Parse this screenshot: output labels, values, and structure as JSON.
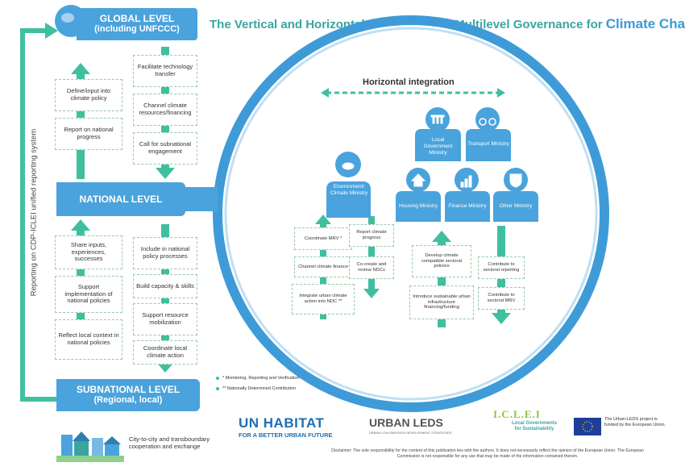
{
  "title": {
    "main": "The Vertical and Horizontal Dimensions of Multilevel Governance for",
    "highlight": "Climate Change"
  },
  "levels": {
    "global": {
      "line1": "GLOBAL LEVEL",
      "line2": "(including UNFCCC)"
    },
    "national": "NATIONAL LEVEL",
    "subnational": {
      "line1": "SUBNATIONAL LEVEL",
      "line2": "(Regional, local)"
    }
  },
  "side_label": "Reporting on CDP-ICLEI unified reporting system",
  "upper_left_boxes": [
    "Define/input into climate policy",
    "Report on national progress"
  ],
  "upper_right_boxes": [
    "Facilitate technology transfer",
    "Channel climate resources/financing",
    "Call for subnational engagement"
  ],
  "lower_left_boxes": [
    "Share inputs, experiences, successes",
    "Support implementation of national policies",
    "Reflect local context in national policies"
  ],
  "lower_right_boxes": [
    "Include in national policy processes",
    "Build capacity & skills",
    "Support resource mobilization",
    "Coordinate local climate action"
  ],
  "horizontal_label": "Horizontal integration",
  "ministries": {
    "environment": "Environment/ Climate Ministry",
    "local_gov": "Local Government Ministry",
    "transport": "Transport Ministry",
    "housing": "Housing Ministry",
    "finance": "Finance Ministry",
    "other": "Other Ministry"
  },
  "env_left_boxes": [
    "Coordinate MRV *",
    "Channel climate finance",
    "Integrate urban climate action into NDC **"
  ],
  "env_right_boxes": [
    "Report climate progress",
    "Co-create and review NDCs"
  ],
  "finance_box_top": "Develop climate compatible sectoral policies",
  "finance_box_bottom": "Introduce sustainable urban infrastructure financing/funding",
  "other_boxes": [
    "Contribute to sectoral reporting",
    "Contribute to sectoral MRV"
  ],
  "legend": [
    "* Monitoring, Reporting and Verification",
    "** Nationally Determined Contribution"
  ],
  "city_label": "City-to-city and transboundary cooperation and exchange",
  "logos": {
    "unhabitat_main": "UN HABITAT",
    "unhabitat_sub": "FOR A BETTER URBAN FUTURE",
    "urbanleds_main": "URBAN LEDS",
    "urbanleds_sub": "URBAN LOW EMISSION DEVELOPMENT STRATEGIES",
    "iclei_main": "I.C.L.E.I",
    "iclei_sub": "Local Governments for Sustainability",
    "eu_text": "The Urban-LEDS project is funded by the European Union."
  },
  "disclaimer": "Disclaimer: The sole responsibility for the content of this publication lies with the authors. It does not necessarily reflect the opinion of the European Union. The European Commission is not responsible for any use that may be made of the information contained therein.",
  "colors": {
    "blue": "#4aa3dc",
    "teal": "#3fbfa0",
    "title": "#3aa5a0",
    "circle": "#3f9bd8"
  }
}
